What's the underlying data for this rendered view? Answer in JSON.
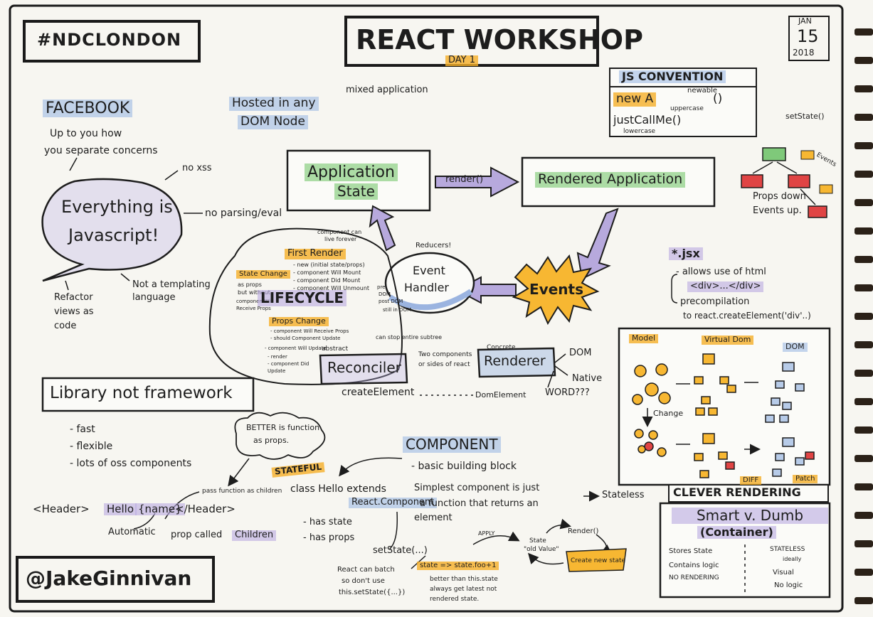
{
  "header": {
    "hashtag": "#NDCLONDON",
    "title": "REACT WORKSHOP",
    "day": "DAY 1",
    "date_month": "JAN",
    "date_day": "15",
    "date_year": "2018"
  },
  "facebook": {
    "title": "FACEBOOK",
    "note": [
      "Up to you how",
      "you separate concerns"
    ],
    "bubble": [
      "Everything is",
      "Javascript!"
    ],
    "no_xss": "no xss",
    "no_parsing": "no parsing/eval",
    "not_templating": [
      "Not a templating",
      "language"
    ],
    "refactor": [
      "Refactor",
      "views as",
      "code"
    ]
  },
  "hosted": {
    "line1": "Hosted in any",
    "line2": "DOM Node",
    "mixed": "mixed application"
  },
  "js_convention": {
    "title": "JS CONVENTION",
    "new_row": "new A",
    "newable": "newable",
    "parens": "()",
    "uppercase": "uppercase",
    "call_row": "justCallMe()",
    "lowercase": "lowercase"
  },
  "flow": {
    "app_state": [
      "Application",
      "State"
    ],
    "render": "render()",
    "rendered_app": "Rendered Application",
    "events": "Events",
    "event_handler": [
      "Event",
      "Handler"
    ],
    "reducers": "Reducers!"
  },
  "set_state_diagram": {
    "label": "setState()",
    "events_label": "Events",
    "caption": [
      "Props down",
      "Events up."
    ]
  },
  "lifecycle": {
    "title": "LIFECYCLE",
    "comp_forever": [
      "component can",
      "live forever"
    ],
    "first_render": "First Render",
    "first_render_items": [
      "- new (initial state/props)",
      "- component Will Mount",
      "- component Did Mount",
      "- component Will Unmount"
    ],
    "pre_post": [
      "pre",
      "DOM",
      "post DOM",
      "still in DOM"
    ],
    "state_change": "State Change",
    "state_change_desc": [
      "as props",
      "but without",
      "componentWill",
      "Receive Props"
    ],
    "props_change": "Props Change",
    "props_change_items": [
      "- component Will Receive Props",
      "- should Component Update",
      "- component Will Update",
      "- render",
      "- component Did",
      "  Update"
    ],
    "stop_subtree": "can stop entire subtree"
  },
  "reconciler": {
    "abstract": "abstract",
    "reconciler": "Reconciler",
    "two_components": [
      "Two components",
      "or sides of react"
    ],
    "concrete": "Concrete",
    "renderer": "Renderer",
    "targets": [
      "DOM",
      "Native",
      "WORD???"
    ],
    "create_element": "createElement",
    "dom_element": "DomElement"
  },
  "jsx": {
    "title": "*.jsx",
    "lines": [
      "- allows use of html",
      "<div>...</div>",
      "precompilation",
      "to react.createElement('div'..)"
    ]
  },
  "clever_rendering": {
    "model": "Model",
    "virtual_dom": "Virtual Dom",
    "dom": "DOM",
    "change": "Change",
    "diff": "DIFF",
    "patch": "Patch",
    "title": "CLEVER RENDERING"
  },
  "library": {
    "title": "Library not framework",
    "items": [
      "- fast",
      "- flexible",
      "- lots of oss components"
    ],
    "better": [
      "BETTER is function",
      "as props."
    ],
    "header_code": "<Header>",
    "hello": "Hello",
    "name_expr": "{name}",
    "header_close": "</Header>",
    "pass_fn": "pass function as children",
    "automatic": "Automatic",
    "prop_called": "prop called",
    "children": "Children"
  },
  "component": {
    "title": "COMPONENT",
    "basic": "- basic building block",
    "stateful": "STATEFUL",
    "class_hello": "class Hello extends",
    "react_component": "React.Component",
    "has_state": "- has state",
    "has_props": "- has props",
    "set_state": "setState(...)",
    "simplest": [
      "Simplest component is just",
      "a function that returns an",
      "element"
    ],
    "stateless": "Stateless",
    "batch": [
      "React can batch",
      "so don't use",
      "this.setState({...})"
    ],
    "state_fn": "state => state.foo+1",
    "better_than": [
      "better than this.state",
      "always get latest not",
      "rendered state."
    ],
    "apply": "APPLY",
    "state_old": [
      "State",
      "\"old Value\""
    ],
    "render": "Render()",
    "create_new_state": "Create new state"
  },
  "smart_dumb": {
    "title": "Smart v. Dumb",
    "subtitle": "(Container)",
    "left": [
      "Stores State",
      "Contains logic",
      "NO RENDERING"
    ],
    "right": [
      "STATELESS",
      "ideally",
      "Visual",
      "No logic"
    ]
  },
  "author": "@JakeGinnivan"
}
